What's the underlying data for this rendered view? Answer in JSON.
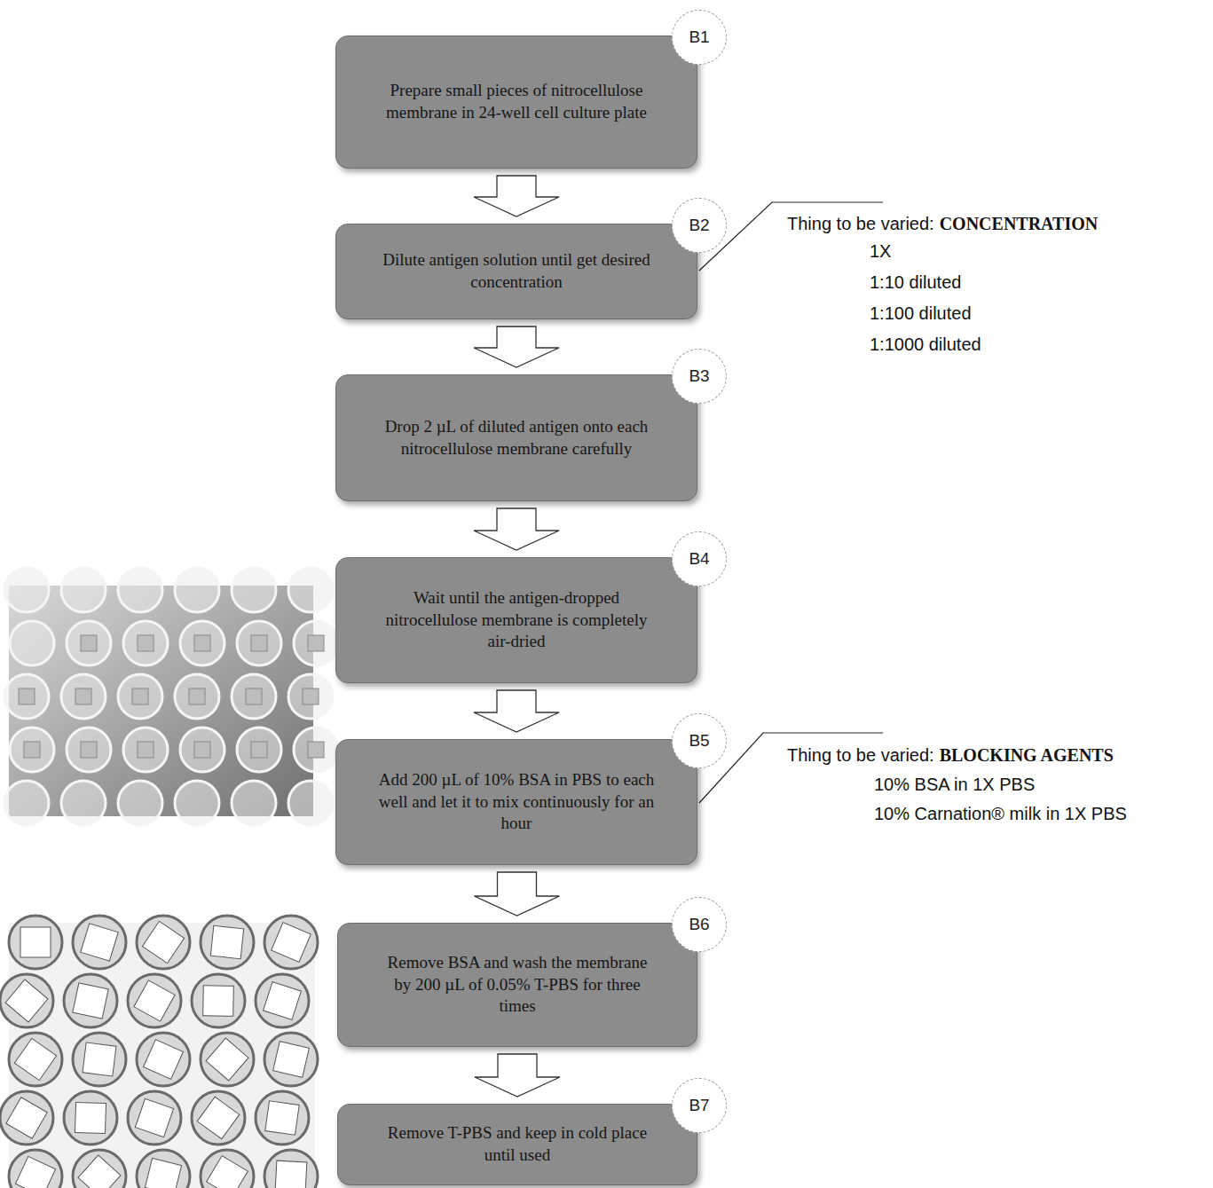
{
  "diagram": {
    "nodes": [
      {
        "text": [
          "B1",
          "Prepare small pieces of nitrocellulose membrane in 24-well cell culture plate"
        ]
      },
      {
        "text": [
          "B2",
          "Dilute antigen solution until get desired concentration"
        ]
      },
      {
        "text": [
          "B3",
          "Drop 2 µL of diluted antigen onto each nitrocellulose membrane carefully"
        ]
      },
      {
        "text": [
          "B4",
          "Wait until the antigen-dropped nitrocellulose membrane is completely air-dried"
        ]
      },
      {
        "text": [
          "B5",
          "Add 200 µL of 10% BSA in PBS to each well and let it to mix continuously for an hour"
        ]
      },
      {
        "text": [
          "B6",
          "Remove BSA and wash the membrane by 200 µL of 0.05% T-PBS for three times"
        ]
      },
      {
        "text": [
          "B7",
          "Remove T-PBS and keep in cold place until used"
        ]
      }
    ],
    "edges": [
      {
        "from": 0,
        "to": 1,
        "arrow": "to"
      },
      {
        "from": 1,
        "to": 2,
        "arrow": "to"
      },
      {
        "from": 2,
        "to": 3,
        "arrow": "to"
      },
      {
        "from": 3,
        "to": 4,
        "arrow": "to"
      },
      {
        "from": 4,
        "to": 5,
        "arrow": "to"
      },
      {
        "from": 5,
        "to": 6,
        "arrow": "to"
      }
    ],
    "labels": [
      "Thing to be varied:",
      "CONCENTRATION",
      "1X",
      "1:10 diluted",
      "1:100 diluted",
      "1:1000 diluted",
      "Thing to be varied:",
      "BLOCKING AGENTS",
      "10% BSA in 1X PBS",
      "10% Carnation® milk in 1X PBS"
    ]
  }
}
